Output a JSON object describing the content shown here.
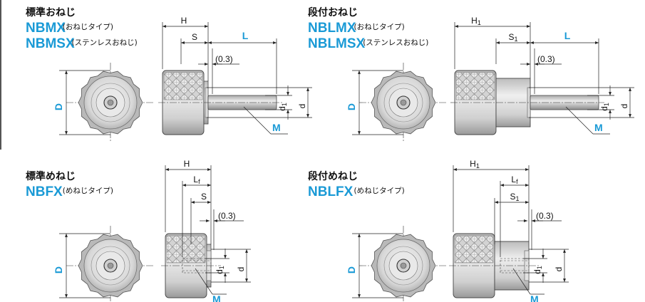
{
  "colors": {
    "accent": "#1a9ad6",
    "line": "#222222"
  },
  "panels": [
    {
      "title": "標準おねじ",
      "codes": [
        {
          "code": "NBMX",
          "note": "(おねじタイプ)"
        },
        {
          "code": "NBMSX",
          "note": "(ステンレスおねじ)"
        }
      ],
      "dims": {
        "H": "H",
        "S": "S",
        "L": "L",
        "gap": "(0.3)",
        "D": "D",
        "d1": "d1",
        "d": "d",
        "M": "M"
      }
    },
    {
      "title": "段付おねじ",
      "codes": [
        {
          "code": "NBLMX",
          "note": "(おねじタイプ)"
        },
        {
          "code": "NBLMSX",
          "note": "(ステンレスおねじ)"
        }
      ],
      "dims": {
        "H": "H1",
        "S": "S1",
        "L": "L",
        "gap": "(0.3)",
        "D": "D",
        "d1": "d1",
        "d": "d",
        "M": "M"
      }
    },
    {
      "title": "標準めねじ",
      "codes": [
        {
          "code": "NBFX",
          "note": "(めねじタイプ)"
        }
      ],
      "dims": {
        "H": "H",
        "Lf": "Lf",
        "S": "S",
        "gap": "(0.3)",
        "D": "D",
        "d1": "d1",
        "d": "d",
        "M": "M"
      }
    },
    {
      "title": "段付めねじ",
      "codes": [
        {
          "code": "NBLFX",
          "note": "(めねじタイプ)"
        }
      ],
      "dims": {
        "H": "H1",
        "Lf": "Lf",
        "S": "S1",
        "gap": "(0.3)",
        "D": "D",
        "d1": "d1",
        "d": "d",
        "M": "M"
      }
    }
  ]
}
